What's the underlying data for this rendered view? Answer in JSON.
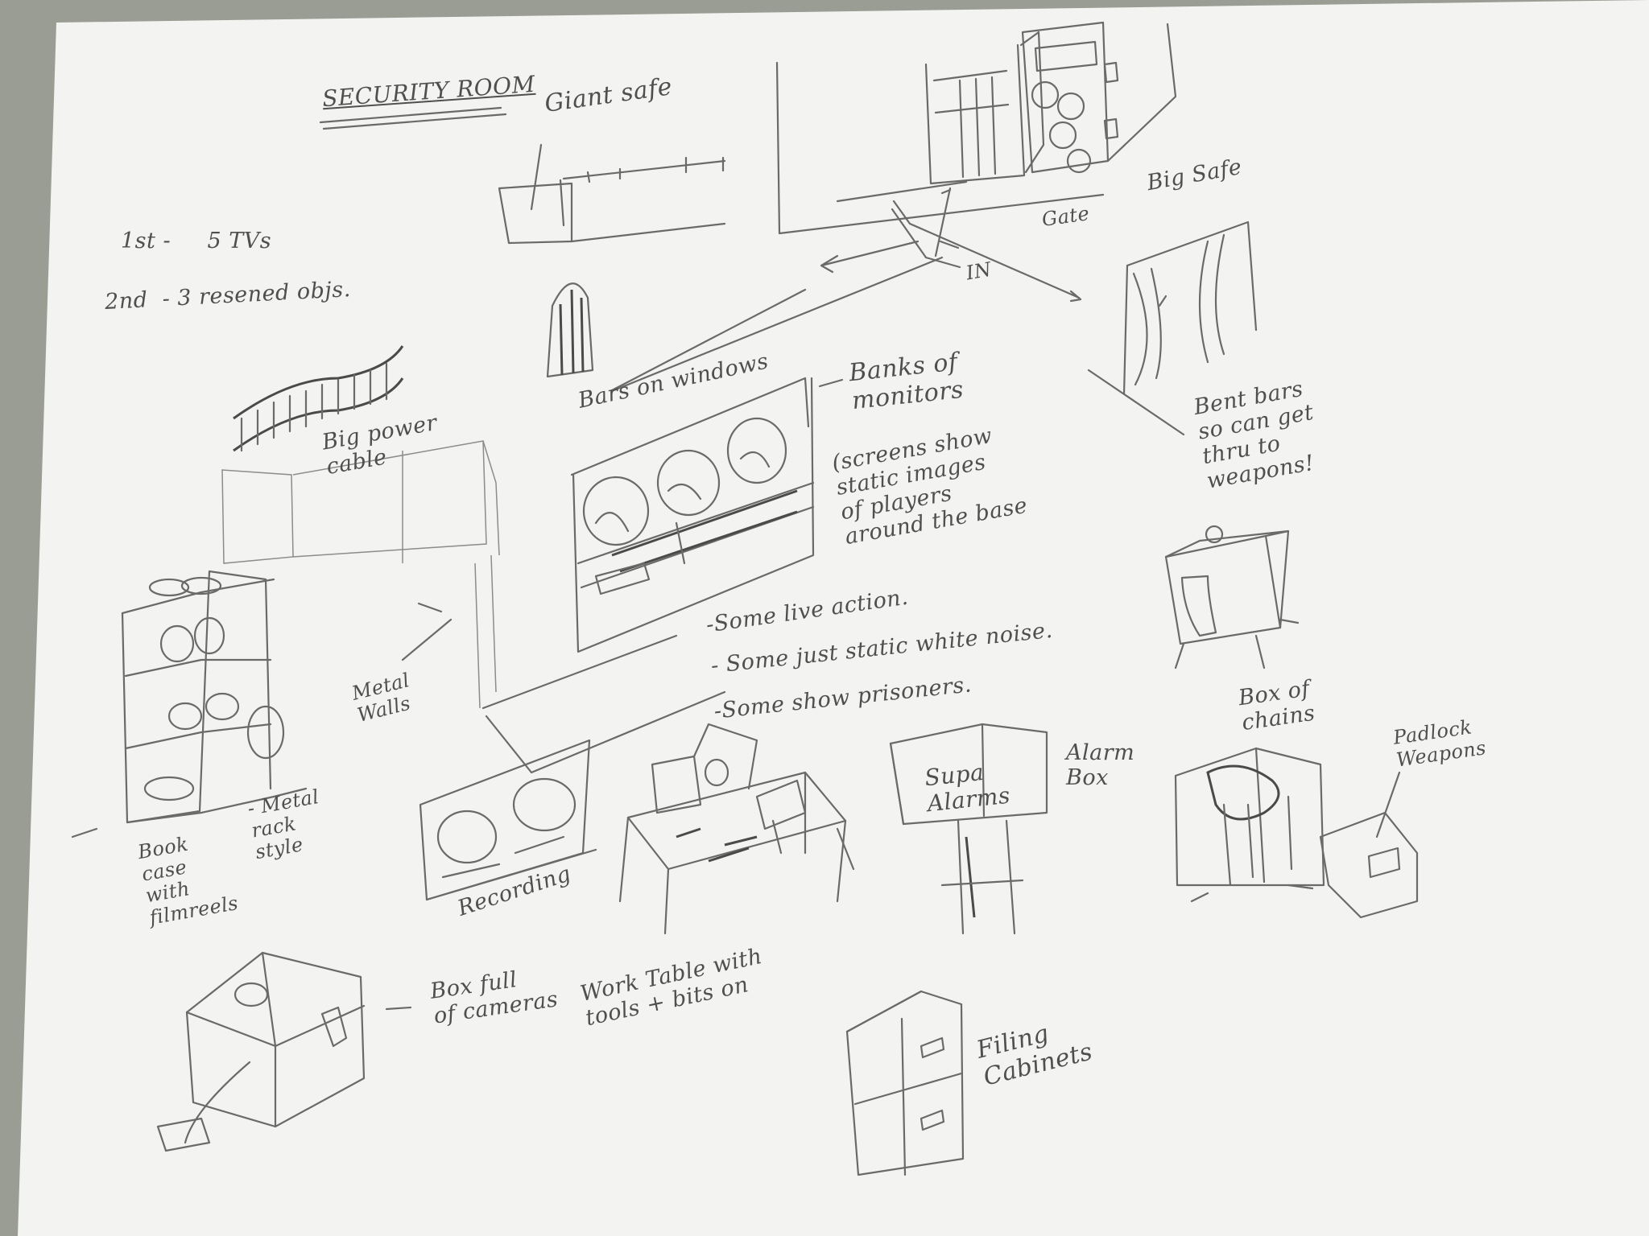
{
  "sheet": {
    "title": "SECURITY ROOM",
    "paper_color": "#f3f3f1",
    "background_color": "#9a9d93",
    "pencil_color": "#5a5a5a"
  },
  "header_notes": {
    "first": "1st -     5 TVs",
    "second": "2nd  - 3 resened objs."
  },
  "labels": {
    "giant_safe": "Giant safe",
    "big_safe": "Big Safe",
    "gate": "Gate",
    "in": "IN",
    "bars_on_windows": "Bars on windows",
    "bent_bars": "Bent bars\nso can get\nthru to\nweapons!",
    "big_power_cable": "Big power\ncable",
    "banks_of_monitors": "Banks of\nmonitors",
    "screens_note": "(screens show\nstatic images\nof players\naround the base",
    "metal_walls": "Metal\nWalls",
    "bookcase": "Book\ncase\nwith\nfilmreels",
    "metal_rack": "- Metal\nrack\nstyle",
    "recording": "Recording",
    "work_table": "Work Table with\ntools + bits on",
    "alarm_box": "Alarm\nBox",
    "alarm_box_text": "Supa\nAlarms",
    "box_of_chains": "Box of\nchains",
    "padlock_weapons": "Padlock\nWeapons",
    "box_full_of_cameras": "Box full\nof cameras",
    "filing_cabinets": "Filing\nCabinets"
  },
  "monitor_notes": [
    "-Some live action.",
    "- Some just static white noise.",
    "-Some show prisoners."
  ]
}
